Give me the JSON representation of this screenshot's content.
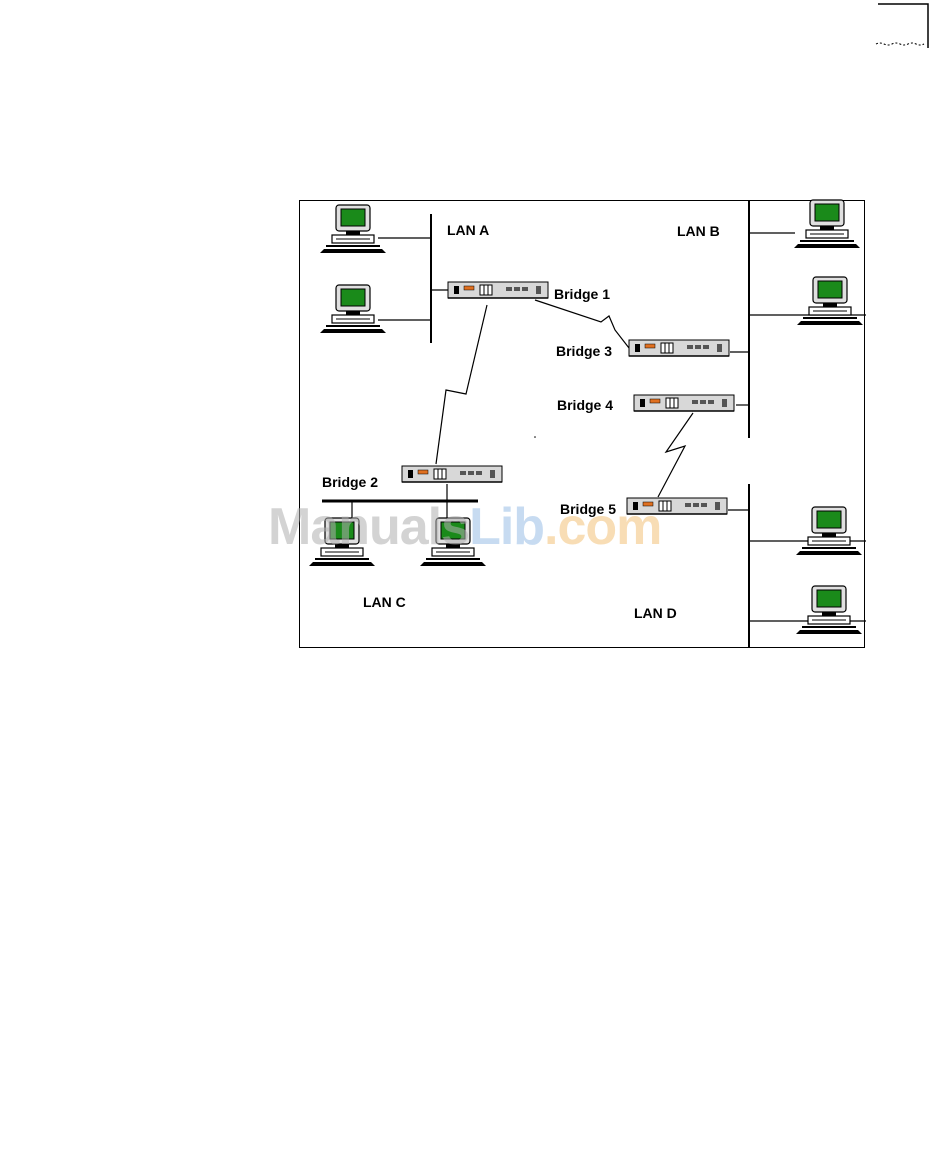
{
  "diagram": {
    "lans": [
      {
        "id": "lan-a",
        "label": "LAN A"
      },
      {
        "id": "lan-b",
        "label": "LAN B"
      },
      {
        "id": "lan-c",
        "label": "LAN C"
      },
      {
        "id": "lan-d",
        "label": "LAN D"
      }
    ],
    "bridges": [
      {
        "id": "bridge-1",
        "label": "Bridge 1"
      },
      {
        "id": "bridge-2",
        "label": "Bridge 2"
      },
      {
        "id": "bridge-3",
        "label": "Bridge 3"
      },
      {
        "id": "bridge-4",
        "label": "Bridge 4"
      },
      {
        "id": "bridge-5",
        "label": "Bridge 5"
      }
    ],
    "links": [
      {
        "from": "bridge-1",
        "to": "bridge-3",
        "type": "wan"
      },
      {
        "from": "bridge-1",
        "to": "bridge-2",
        "type": "wan"
      },
      {
        "from": "bridge-4",
        "to": "bridge-5",
        "type": "wan"
      }
    ]
  },
  "watermark": {
    "part1": "Manuals",
    "part2": "Lib",
    "part3": ".com"
  },
  "colors": {
    "screen": "#1a8a1a",
    "line": "#000000",
    "bridge_body": "#d8d8d8",
    "watermark_gray": "#b0b0b0",
    "watermark_blue": "#9bbfe6",
    "watermark_orange": "#f3c27a"
  }
}
